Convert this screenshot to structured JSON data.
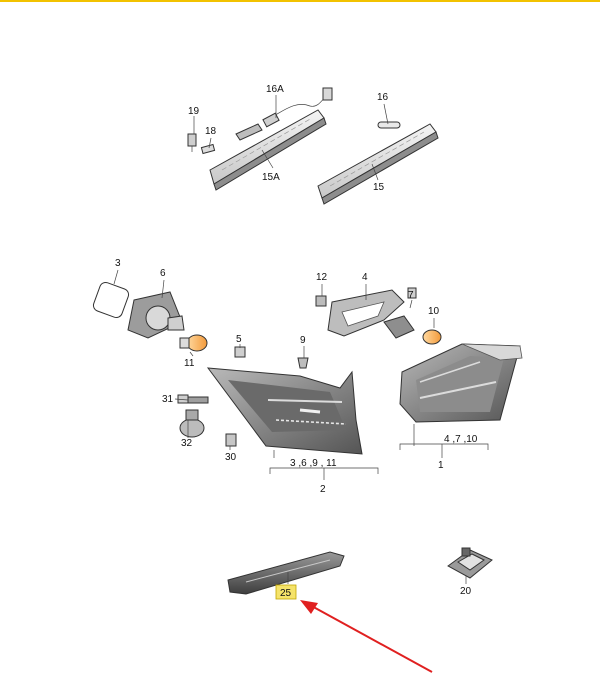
{
  "labels": {
    "p16a": "16A",
    "p19": "19",
    "p18": "18",
    "p15a": "15A",
    "p16": "16",
    "p15": "15",
    "p3": "3",
    "p6": "6",
    "p11": "11",
    "p5": "5",
    "p9": "9",
    "p12": "12",
    "p4": "4",
    "p7": "7",
    "p10": "10",
    "p31": "31",
    "p32": "32",
    "p30": "30",
    "group_left": "3 ,6 ,9 , 11",
    "p2": "2",
    "group_right": "4 ,7 ,10",
    "p1": "1",
    "p25": "25",
    "p20": "20"
  },
  "colors": {
    "top_bar": "#f2c200",
    "highlight": "#f5e36a",
    "arrow": "#e02020"
  }
}
